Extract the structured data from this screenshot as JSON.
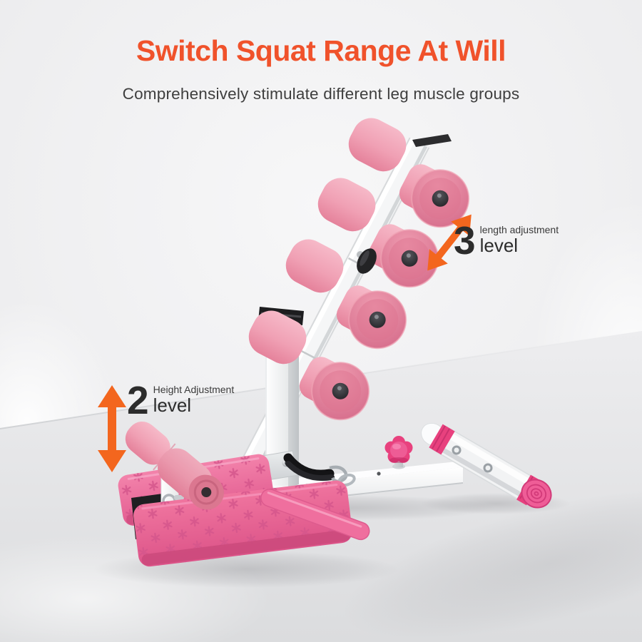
{
  "header": {
    "title": "Switch Squat Range At Will",
    "subtitle": "Comprehensively stimulate different leg muscle groups"
  },
  "annotations": {
    "length_adjustment": {
      "number": "3",
      "label": "length adjustment",
      "unit": "level"
    },
    "height_adjustment": {
      "number": "2",
      "label": "Height Adjustment",
      "unit": "level"
    }
  },
  "colors": {
    "title_orange": "#f0522b",
    "arrow_orange": "#f3661e",
    "subtitle_gray": "#3e3e3e",
    "annotation_dark": "#2c2c2c",
    "foam_pink": "#f2a5b8",
    "foam_face_pink": "#dd7390",
    "pedal_pink": "#ee6f9d",
    "knob_magenta": "#e8417e",
    "frame_white": "#f5f6f7",
    "background_gray": "#efeff1"
  }
}
